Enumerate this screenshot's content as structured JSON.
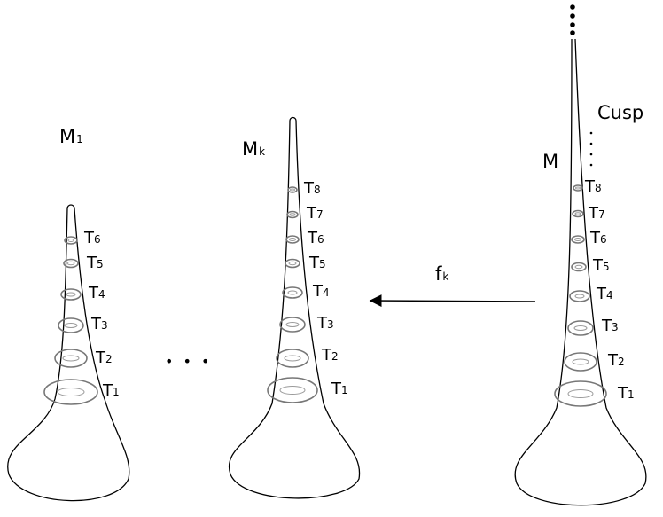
{
  "labels": {
    "m1": {
      "main": "M",
      "sub": "1"
    },
    "mk": {
      "main": "M",
      "sub": "k"
    },
    "m": {
      "main": "M"
    },
    "cusp": "Cusp",
    "ellipsis": "• • •",
    "arrow": {
      "main": "f",
      "sub": "k"
    }
  },
  "tori": {
    "m1": [
      {
        "main": "T",
        "sub": "6"
      },
      {
        "main": "T",
        "sub": "5"
      },
      {
        "main": "T",
        "sub": "4"
      },
      {
        "main": "T",
        "sub": "3"
      },
      {
        "main": "T",
        "sub": "2"
      },
      {
        "main": "T",
        "sub": "1"
      }
    ],
    "mk": [
      {
        "main": "T",
        "sub": "8"
      },
      {
        "main": "T",
        "sub": "7"
      },
      {
        "main": "T",
        "sub": "6"
      },
      {
        "main": "T",
        "sub": "5"
      },
      {
        "main": "T",
        "sub": "4"
      },
      {
        "main": "T",
        "sub": "3"
      },
      {
        "main": "T",
        "sub": "2"
      },
      {
        "main": "T",
        "sub": "1"
      }
    ],
    "m": [
      {
        "main": "T",
        "sub": "8"
      },
      {
        "main": "T",
        "sub": "7"
      },
      {
        "main": "T",
        "sub": "6"
      },
      {
        "main": "T",
        "sub": "5"
      },
      {
        "main": "T",
        "sub": "4"
      },
      {
        "main": "T",
        "sub": "3"
      },
      {
        "main": "T",
        "sub": "2"
      },
      {
        "main": "T",
        "sub": "1"
      }
    ]
  }
}
